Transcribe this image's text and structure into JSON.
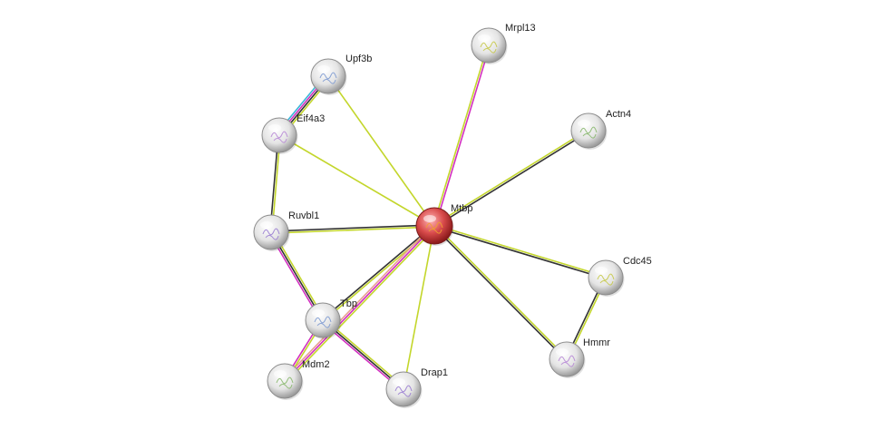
{
  "network": {
    "nodes": [
      {
        "id": "Mtbp",
        "label": "Mtbp",
        "query": true
      },
      {
        "id": "Mrpl13",
        "label": "Mrpl13",
        "query": false
      },
      {
        "id": "Upf3b",
        "label": "Upf3b",
        "query": false
      },
      {
        "id": "Eif4a3",
        "label": "Eif4a3",
        "query": false
      },
      {
        "id": "Actn4",
        "label": "Actn4",
        "query": false
      },
      {
        "id": "Ruvbl1",
        "label": "Ruvbl1",
        "query": false
      },
      {
        "id": "Cdc45",
        "label": "Cdc45",
        "query": false
      },
      {
        "id": "Tbp",
        "label": "Tbp",
        "query": false
      },
      {
        "id": "Hmmr",
        "label": "Hmmr",
        "query": false
      },
      {
        "id": "Mdm2",
        "label": "Mdm2",
        "query": false
      },
      {
        "id": "Drap1",
        "label": "Drap1",
        "query": false
      }
    ],
    "edges": [
      {
        "source": "Mtbp",
        "target": "Mrpl13",
        "evidence": [
          "text-mining",
          "experiments"
        ]
      },
      {
        "source": "Mtbp",
        "target": "Upf3b",
        "evidence": [
          "text-mining"
        ]
      },
      {
        "source": "Mtbp",
        "target": "Eif4a3",
        "evidence": [
          "text-mining"
        ]
      },
      {
        "source": "Mtbp",
        "target": "Actn4",
        "evidence": [
          "text-mining",
          "coexpression"
        ]
      },
      {
        "source": "Mtbp",
        "target": "Ruvbl1",
        "evidence": [
          "text-mining",
          "coexpression"
        ]
      },
      {
        "source": "Mtbp",
        "target": "Cdc45",
        "evidence": [
          "text-mining",
          "coexpression"
        ]
      },
      {
        "source": "Mtbp",
        "target": "Tbp",
        "evidence": [
          "text-mining",
          "coexpression"
        ]
      },
      {
        "source": "Mtbp",
        "target": "Hmmr",
        "evidence": [
          "text-mining",
          "coexpression"
        ]
      },
      {
        "source": "Mtbp",
        "target": "Mdm2",
        "evidence": [
          "text-mining",
          "experiments",
          "cooccurrence"
        ]
      },
      {
        "source": "Mtbp",
        "target": "Drap1",
        "evidence": [
          "text-mining"
        ]
      },
      {
        "source": "Upf3b",
        "target": "Eif4a3",
        "evidence": [
          "text-mining",
          "coexpression",
          "experiments",
          "databases"
        ]
      },
      {
        "source": "Eif4a3",
        "target": "Ruvbl1",
        "evidence": [
          "text-mining",
          "coexpression"
        ]
      },
      {
        "source": "Ruvbl1",
        "target": "Tbp",
        "evidence": [
          "text-mining",
          "coexpression",
          "experiments"
        ]
      },
      {
        "source": "Tbp",
        "target": "Mdm2",
        "evidence": [
          "text-mining",
          "experiments"
        ]
      },
      {
        "source": "Tbp",
        "target": "Drap1",
        "evidence": [
          "text-mining",
          "coexpression",
          "experiments"
        ]
      },
      {
        "source": "Cdc45",
        "target": "Hmmr",
        "evidence": [
          "text-mining",
          "coexpression"
        ]
      }
    ]
  },
  "evidence_colors": {
    "text-mining": "#c3d62b",
    "coexpression": "#333333",
    "experiments": "#d22fc0",
    "databases": "#39b5d8",
    "cooccurrence": "#e8a090"
  },
  "node_colors": {
    "query": "#d33b3b",
    "default": "#d8d8d8"
  }
}
